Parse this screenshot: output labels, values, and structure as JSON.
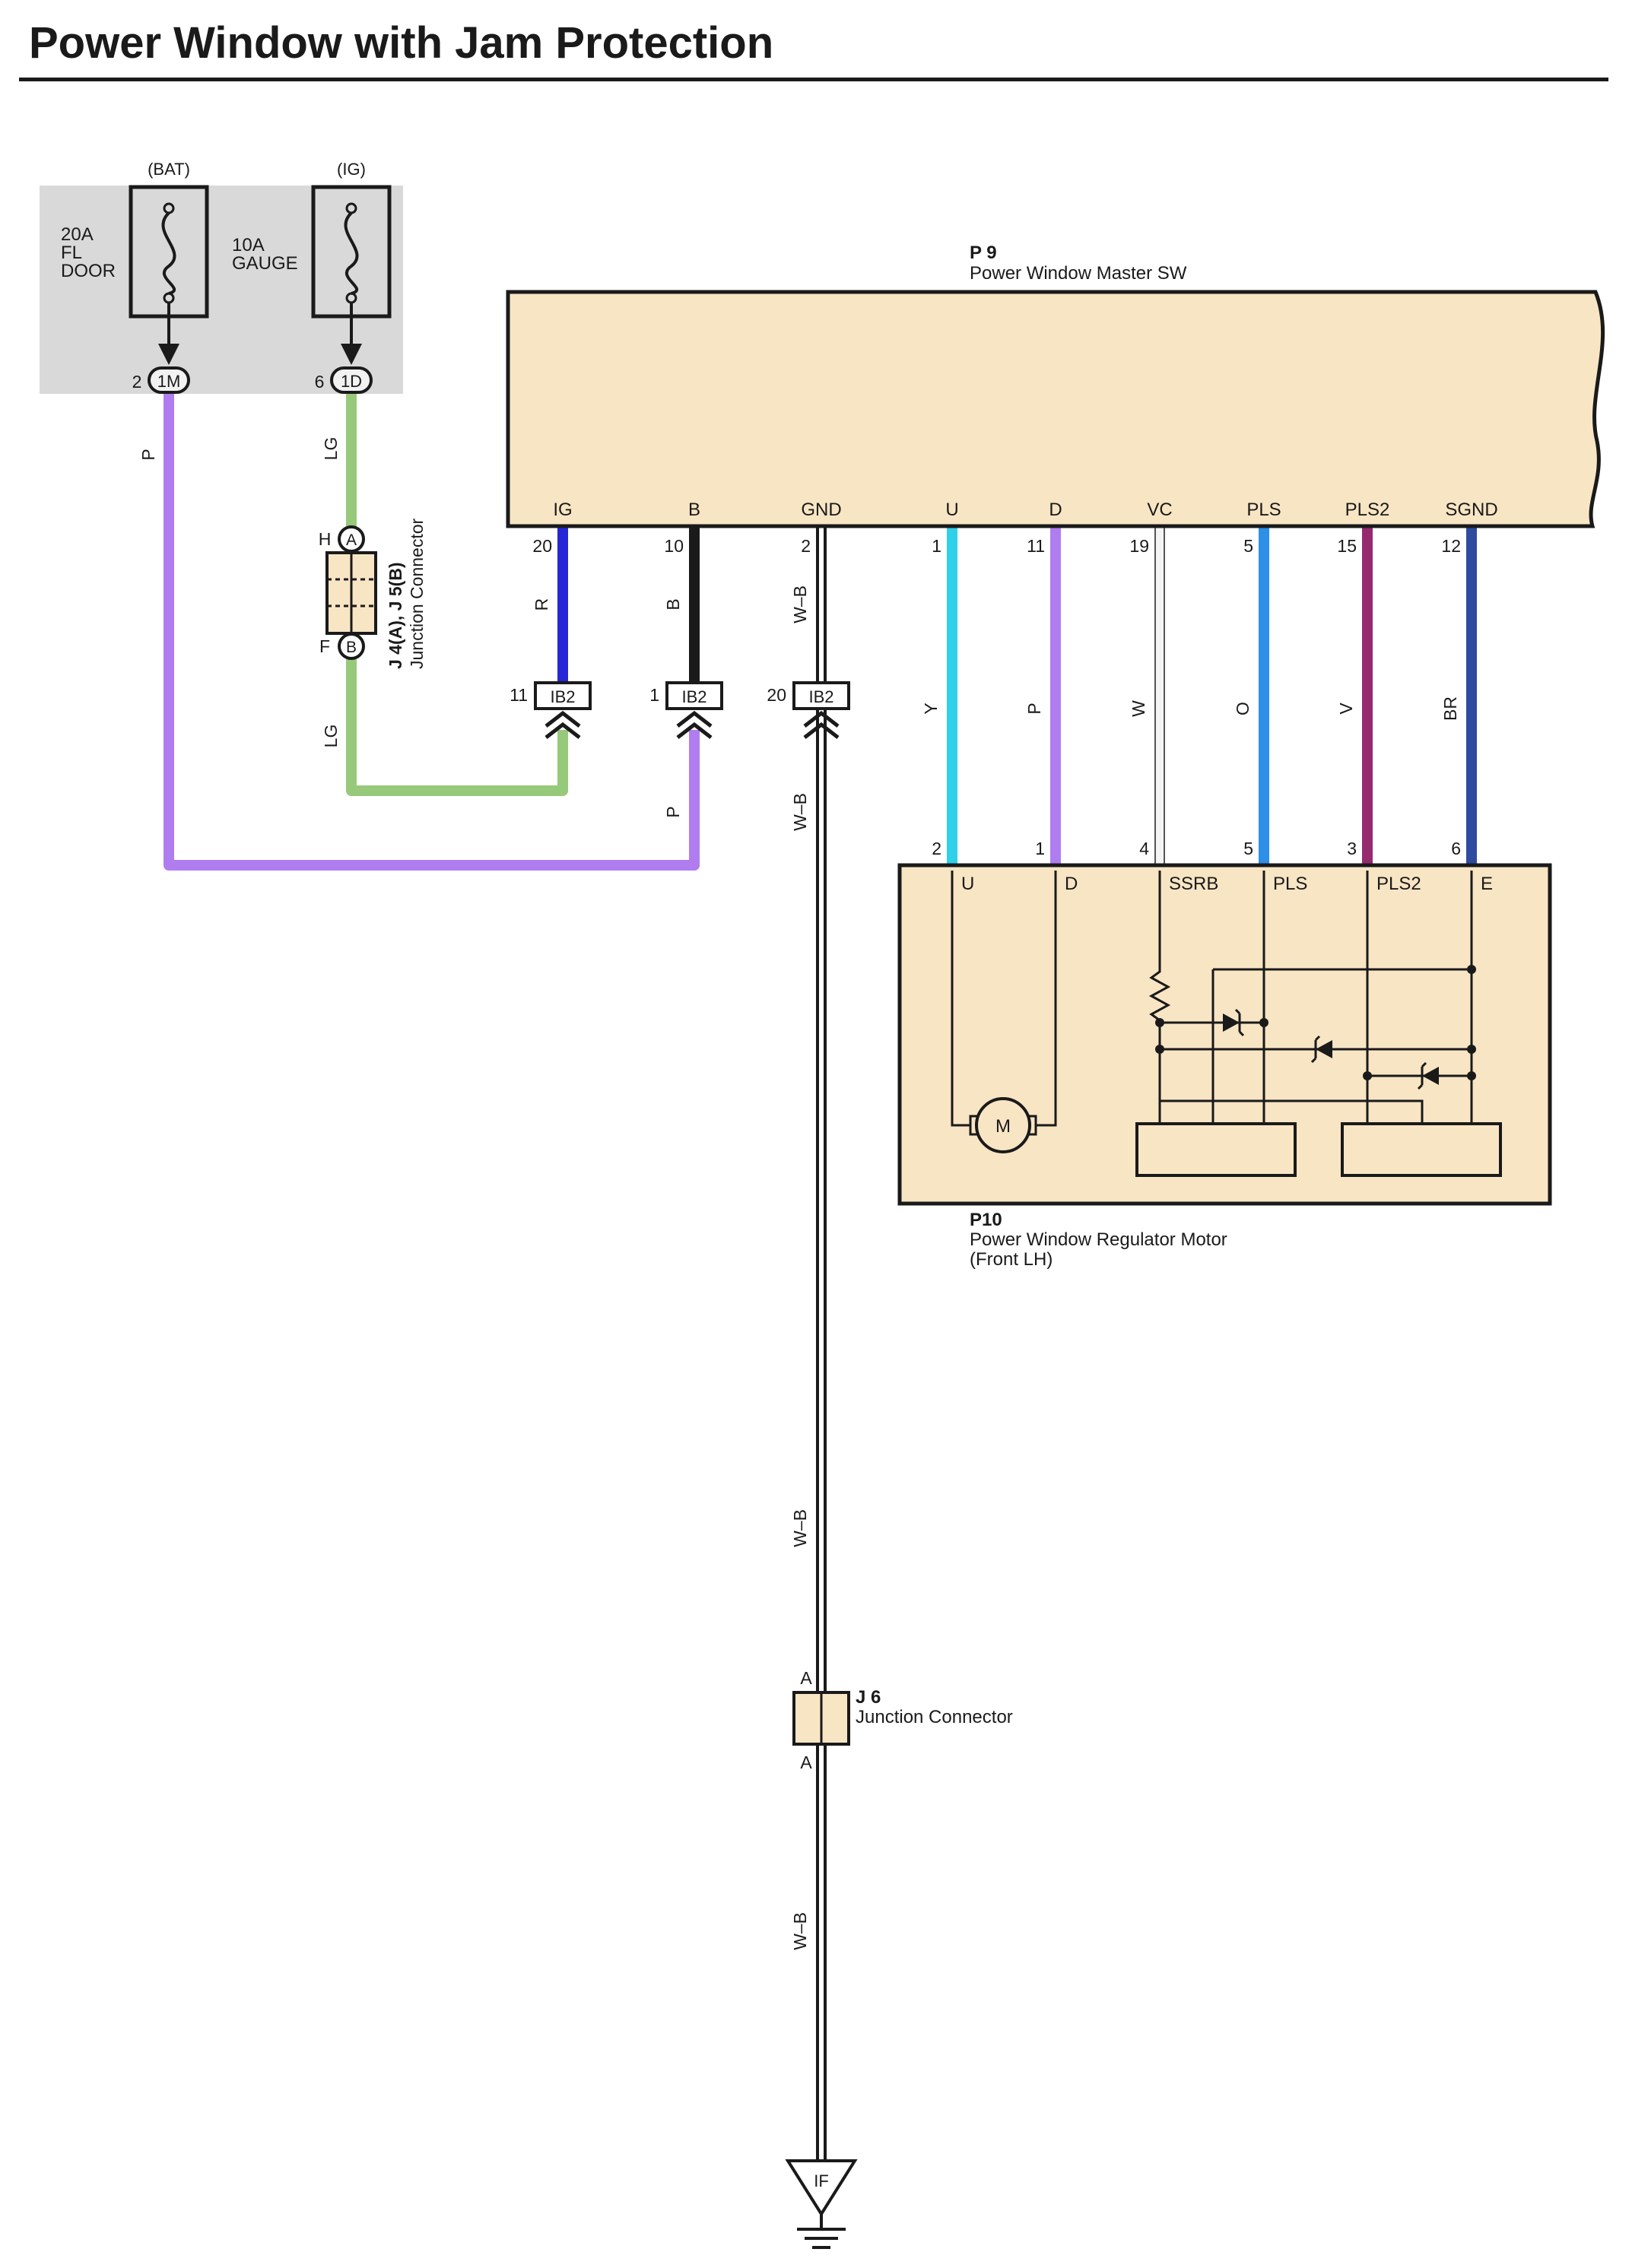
{
  "page_title": "Power Window with Jam Protection",
  "colors": {
    "fuse_box_bg": "#d9d9d9",
    "component_fill": "#f8e5c4",
    "wire_P": "#b07df0",
    "wire_LG": "#97c97a",
    "wire_R": "#2626d6",
    "wire_B": "#1a1a1a",
    "wire_Y": "#2ed0ea",
    "wire_O": "#2d8fe8",
    "wire_V": "#962a6e",
    "wire_BR": "#2f4b9f",
    "wire_W": "#e6e6e6",
    "ink": "#1a1a1a"
  },
  "fuse_box": {
    "fuses": [
      {
        "source": "(BAT)",
        "rating": "20A",
        "name_line1": "FL",
        "name_line2": "DOOR",
        "pin": "2",
        "connector": "1M"
      },
      {
        "source": "(IG)",
        "rating": "10A",
        "name_line1": "GAUGE",
        "name_line2": "",
        "pin": "6",
        "connector": "1D"
      }
    ]
  },
  "master_switch": {
    "code": "P 9",
    "name": "Power Window Master SW",
    "terminals": [
      {
        "label": "IG",
        "pin": "20"
      },
      {
        "label": "B",
        "pin": "10"
      },
      {
        "label": "GND",
        "pin": "2"
      },
      {
        "label": "U",
        "pin": "1"
      },
      {
        "label": "D",
        "pin": "11"
      },
      {
        "label": "VC",
        "pin": "19"
      },
      {
        "label": "PLS",
        "pin": "5"
      },
      {
        "label": "PLS2",
        "pin": "15"
      },
      {
        "label": "SGND",
        "pin": "12"
      }
    ]
  },
  "junction_j4j5": {
    "code": "J 4(A), J 5(B)",
    "name": "Junction Connector",
    "top_pin": "H",
    "top_conn": "A",
    "bottom_pin": "F",
    "bottom_conn": "B"
  },
  "ib2_connectors": [
    {
      "pin": "11",
      "label": "IB2"
    },
    {
      "pin": "1",
      "label": "IB2"
    },
    {
      "pin": "20",
      "label": "IB2"
    }
  ],
  "wire_codes": {
    "p_fuse": "P",
    "lg_upper": "LG",
    "lg_lower": "LG",
    "r": "R",
    "b": "B",
    "wb_upper": "W–B",
    "p_lower": "P",
    "wb_mid": "W–B",
    "y": "Y",
    "p_d": "P",
    "w": "W",
    "o": "O",
    "v": "V",
    "br": "BR",
    "wb_long": "W–B",
    "wb_bottom": "W–B"
  },
  "regulator_motor": {
    "code": "P10",
    "name": "Power Window Regulator Motor",
    "subname": "(Front LH)",
    "terminals": [
      {
        "label": "U",
        "pin": "2"
      },
      {
        "label": "D",
        "pin": "1"
      },
      {
        "label": "SSRB",
        "pin": "4"
      },
      {
        "label": "PLS",
        "pin": "5"
      },
      {
        "label": "PLS2",
        "pin": "3"
      },
      {
        "label": "E",
        "pin": "6"
      }
    ],
    "motor_symbol": "M"
  },
  "junction_j6": {
    "code": "J 6",
    "name": "Junction Connector",
    "top_pin": "A",
    "bottom_pin": "A"
  },
  "ground": {
    "label": "IF"
  }
}
